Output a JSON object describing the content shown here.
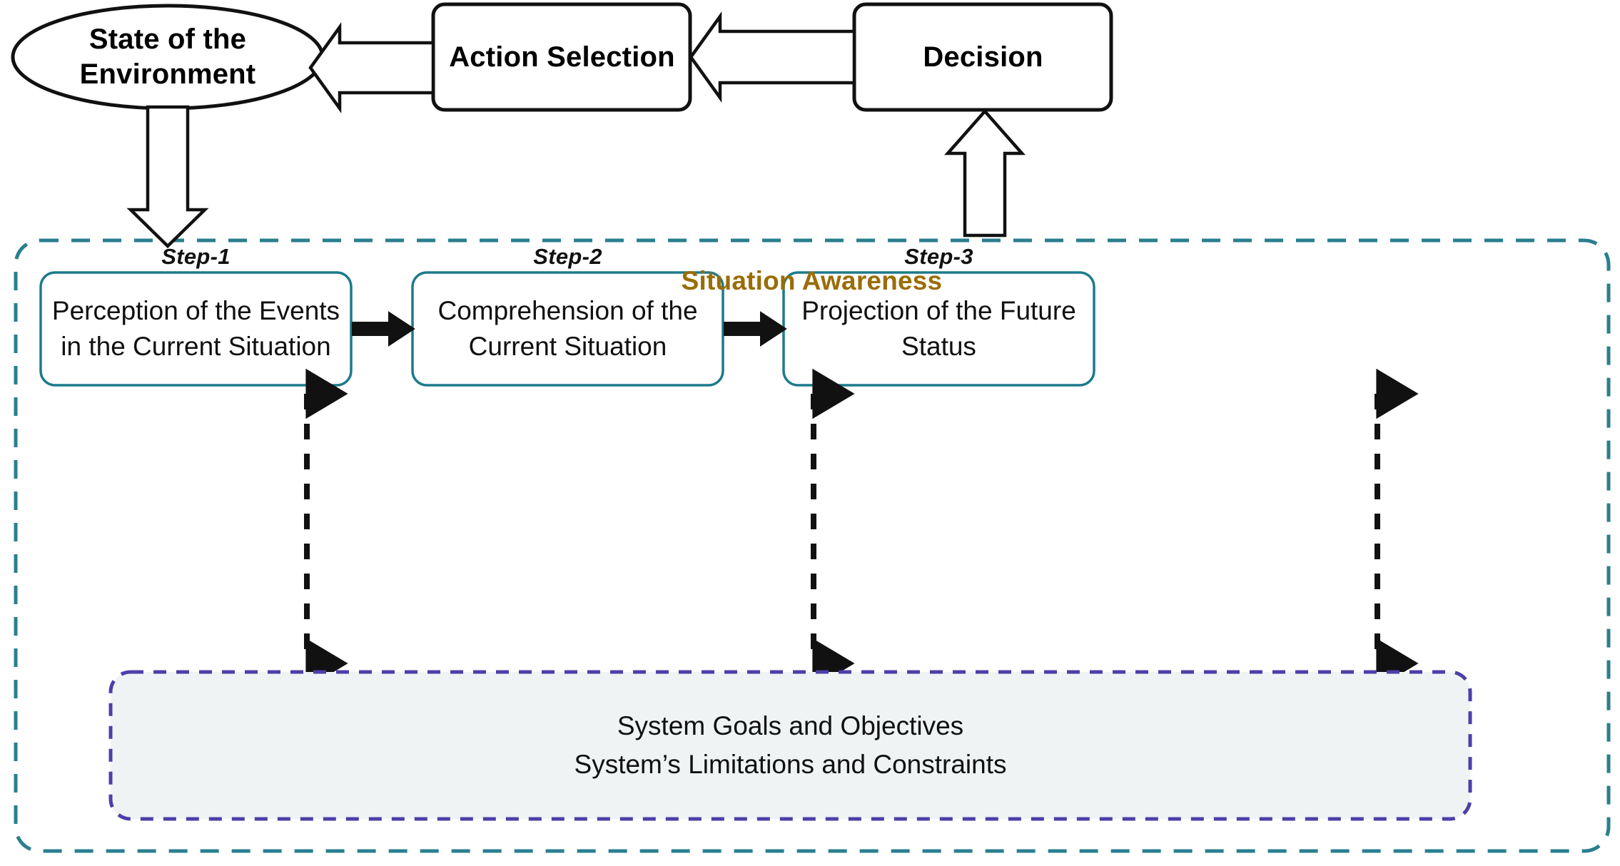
{
  "diagram": {
    "title": "Situation Awareness model loop",
    "colors": {
      "stroke_black": "#111111",
      "teal": "#2a7f8f",
      "sa_title_gold": "#9a6d06",
      "goals_border_purple": "#4c3fa8",
      "goals_fill": "#eff3f4",
      "background": "#ffffff"
    }
  },
  "top_row": {
    "environment": {
      "label": "State of the\nEnvironment",
      "shape": "ellipse"
    },
    "action_selection": {
      "label": "Action Selection",
      "shape": "rounded-rectangle"
    },
    "decision": {
      "label": "Decision",
      "shape": "rounded-rectangle"
    }
  },
  "situation_awareness": {
    "title": "Situation Awareness",
    "steps": [
      {
        "caption": "Step-1",
        "text": "Perception of the Events\nin the Current Situation"
      },
      {
        "caption": "Step-2",
        "text": "Comprehension of the\nCurrent Situation"
      },
      {
        "caption": "Step-3",
        "text": "Projection of the Future\nStatus"
      }
    ],
    "goals_panel": {
      "text": "System Goals and Objectives\nSystem’s Limitations and Constraints"
    }
  },
  "connectors": {
    "decision_to_action": "hollow-block-arrow-left",
    "action_to_environment": "hollow-block-arrow-left",
    "environment_to_sa": "hollow-block-arrow-down",
    "sa_to_decision": "hollow-block-arrow-up",
    "step1_to_step2": "solid-arrow-right",
    "step2_to_step3": "solid-arrow-right",
    "step_to_goals": "dashed-double-arrow-vertical"
  }
}
